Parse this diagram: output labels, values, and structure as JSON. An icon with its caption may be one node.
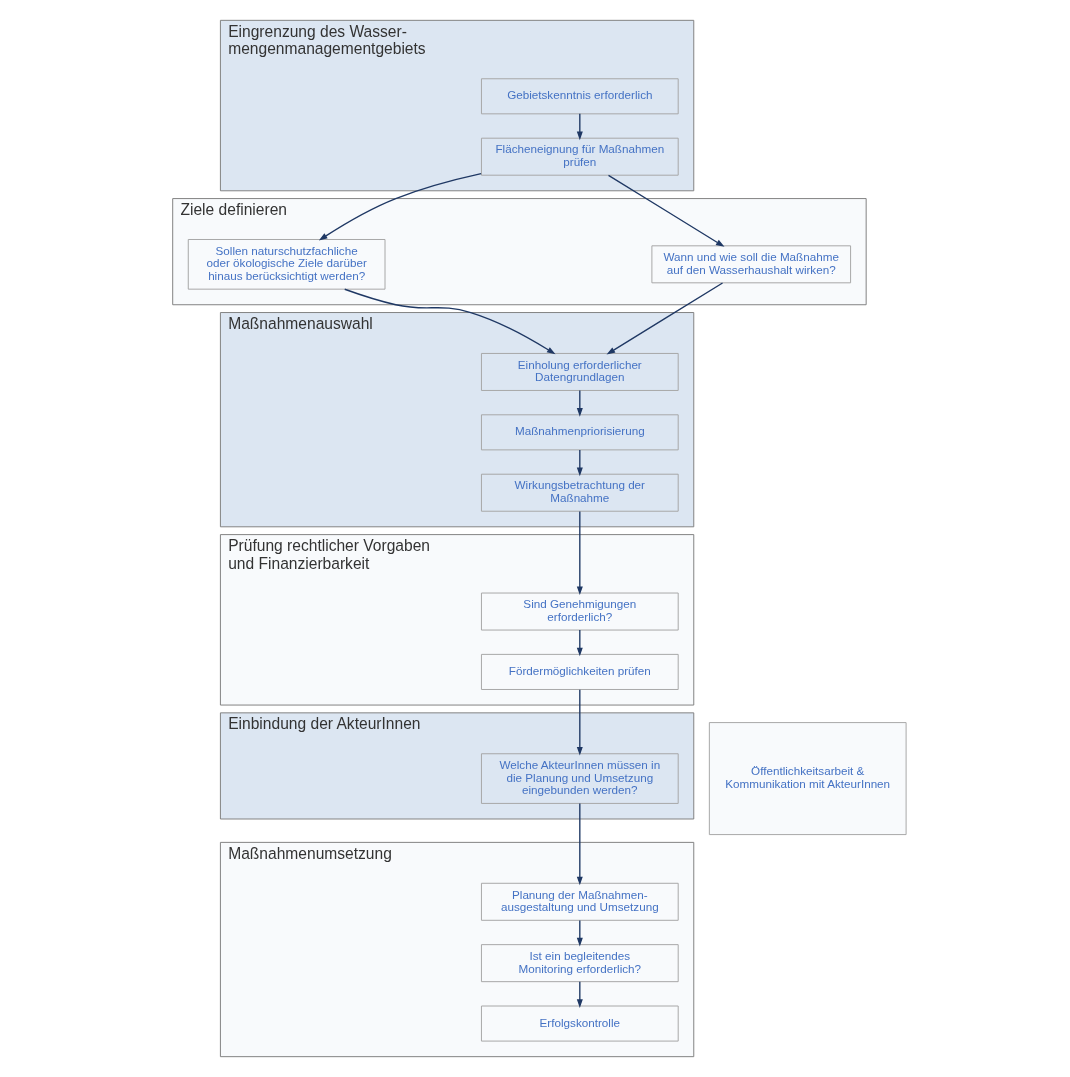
{
  "diagram": {
    "nodes": [
      {
        "text": [
          "Eingrenzung des Wasser- mengenmanagementgebiets"
        ]
      },
      {
        "text": [
          "Gebietskenntnis erforderlich"
        ],
        "in": 0
      },
      {
        "text": [
          "Flächeneignung für Maßnahmen prüfen"
        ],
        "in": 0
      },
      {
        "text": [
          "Ziele definieren"
        ]
      },
      {
        "text": [
          "Wann und wie soll die Maßnahme auf den Wasserhaushalt wirken?"
        ],
        "in": 3
      },
      {
        "text": [
          "Sollen naturschutzfachliche oder ökologische Ziele darüber hinaus berücksichtigt werden?"
        ],
        "in": 3
      },
      {
        "text": [
          "Maßnahmenauswahl"
        ]
      },
      {
        "text": [
          "Einholung erforderlicher Datengrundlagen"
        ],
        "in": 6
      },
      {
        "text": [
          "Maßnahmenpriorisierung"
        ],
        "in": 6
      },
      {
        "text": [
          "Wirkungsbetrachtung der Maßnahme"
        ],
        "in": 6
      },
      {
        "text": [
          "Prüfung rechtlicher Vorgaben und Finanzierbarkeit"
        ]
      },
      {
        "text": [
          "Sind Genehmigungen erforderlich?"
        ],
        "in": 10
      },
      {
        "text": [
          "Fördermöglichkeiten prüfen"
        ],
        "in": 10
      },
      {
        "text": [
          "Einbindung der AkteurInnen"
        ]
      },
      {
        "text": [
          "Welche AkteurInnen müssen in die Planung und Umsetzung eingebunden werden?"
        ],
        "in": 13
      },
      {
        "text": [
          "Maßnahmenumsetzung"
        ]
      },
      {
        "text": [
          "Planung der Maßnahmen- ausgestaltung und Umsetzung"
        ],
        "in": 15
      },
      {
        "text": [
          "Ist ein begleitendes Monitoring erforderlich?"
        ],
        "in": 15
      },
      {
        "text": [
          "Erfolgskontrolle"
        ],
        "in": 15
      },
      {
        "text": [
          "Öffentlichkeitsarbeit & Kommunikation mit AkteurInnen"
        ]
      }
    ],
    "edges": [
      {
        "from": 1,
        "to": 2,
        "arrow": "to"
      },
      {
        "from": 2,
        "to": 4,
        "arrow": "to"
      },
      {
        "from": 2,
        "to": 5,
        "arrow": "to"
      },
      {
        "from": 4,
        "to": 7,
        "arrow": "to"
      },
      {
        "from": 5,
        "to": 7,
        "arrow": "to"
      },
      {
        "from": 7,
        "to": 8,
        "arrow": "to"
      },
      {
        "from": 8,
        "to": 9,
        "arrow": "to"
      },
      {
        "from": 9,
        "to": 11,
        "arrow": "to"
      },
      {
        "from": 11,
        "to": 12,
        "arrow": "to"
      },
      {
        "from": 12,
        "to": 14,
        "arrow": "to"
      },
      {
        "from": 14,
        "to": 16,
        "arrow": "to"
      },
      {
        "from": 16,
        "to": 17,
        "arrow": "to"
      },
      {
        "from": 17,
        "to": 18,
        "arrow": "to"
      }
    ]
  }
}
